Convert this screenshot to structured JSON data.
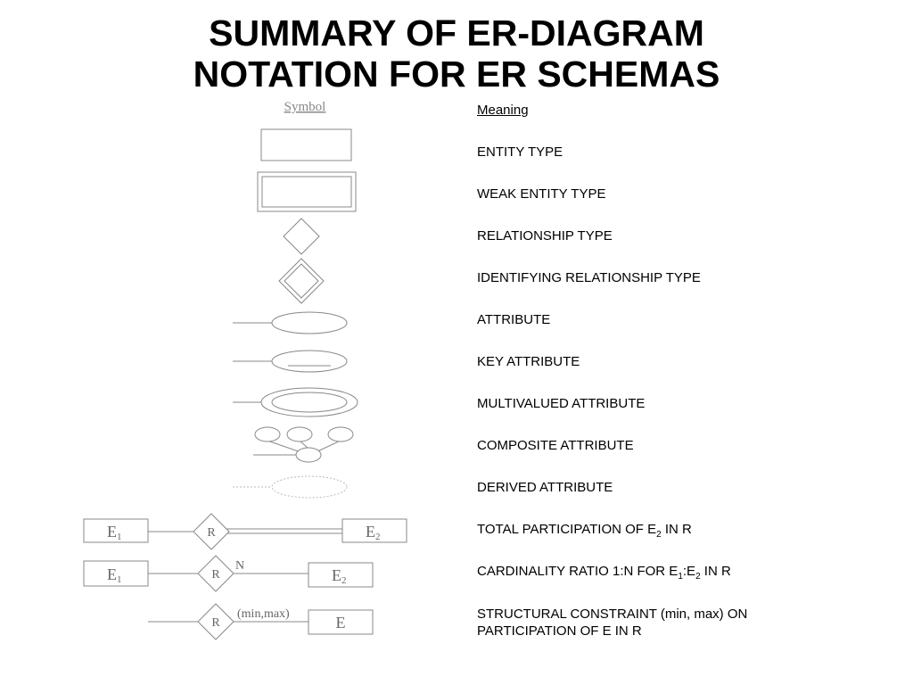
{
  "title": {
    "line1": "SUMMARY OF ER-DIAGRAM",
    "line2": "NOTATION FOR ER SCHEMAS"
  },
  "headers": {
    "symbol": "Symbol",
    "meaning": "Meaning"
  },
  "meanings": {
    "entity_type": "ENTITY TYPE",
    "weak_entity_type": "WEAK ENTITY TYPE",
    "relationship_type": "RELATIONSHIP TYPE",
    "identifying_relationship_type": "IDENTIFYING RELATIONSHIP TYPE",
    "attribute": "ATTRIBUTE",
    "key_attribute": "KEY ATTRIBUTE",
    "multivalued_attribute": "MULTIVALUED ATTRIBUTE",
    "composite_attribute": "COMPOSITE ATTRIBUTE",
    "derived_attribute": "DERIVED ATTRIBUTE",
    "total_participation": {
      "prefix": "TOTAL PARTICIPATION OF E",
      "sub": "2",
      "suffix": " IN R"
    },
    "cardinality_ratio": {
      "prefix": "CARDINALITY RATIO 1:N FOR E",
      "sub1": "1",
      "mid": ":E",
      "sub2": "2",
      "suffix": " IN R"
    },
    "structural_constraint": {
      "line1": "STRUCTURAL CONSTRAINT (min, max) ON",
      "line2": "PARTICIPATION OF E IN R"
    }
  },
  "symbol_labels": {
    "entity": "E",
    "sub1": "1",
    "sub2": "2",
    "relationship": "R",
    "cardinality_n": "N",
    "min_max": "(min,max)"
  }
}
